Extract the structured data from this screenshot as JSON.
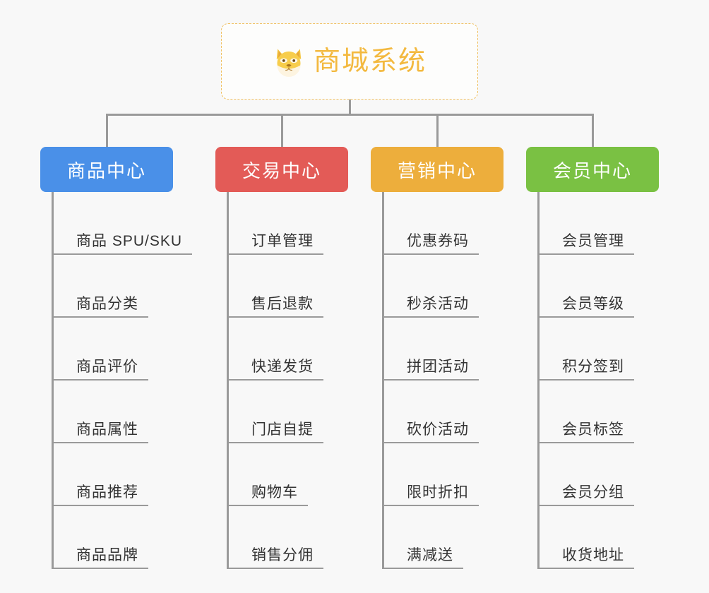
{
  "diagram": {
    "type": "mindmap-org-chart",
    "background_color": "#f8f8f8",
    "root": {
      "title": "商城系统",
      "icon": "shiba-dog-face-emoji",
      "text_color": "#f3b93f",
      "border_color": "#f0c060",
      "fill_color": "#fdfdfc"
    },
    "connector_color": "#9a9a9a",
    "branches": [
      {
        "label": "商品中心",
        "color": "#4a90e8",
        "items": [
          "商品 SPU/SKU",
          "商品分类",
          "商品评价",
          "商品属性",
          "商品推荐",
          "商品品牌"
        ]
      },
      {
        "label": "交易中心",
        "color": "#e35b57",
        "items": [
          "订单管理",
          "售后退款",
          "快递发货",
          "门店自提",
          "购物车",
          "销售分佣"
        ]
      },
      {
        "label": "营销中心",
        "color": "#edae3c",
        "items": [
          "优惠券码",
          "秒杀活动",
          "拼团活动",
          "砍价活动",
          "限时折扣",
          "满减送"
        ]
      },
      {
        "label": "会员中心",
        "color": "#79c council",
        "items": [
          "会员管理",
          "会员等级",
          "积分签到",
          "会员标签",
          "会员分组",
          "收货地址"
        ]
      }
    ]
  }
}
